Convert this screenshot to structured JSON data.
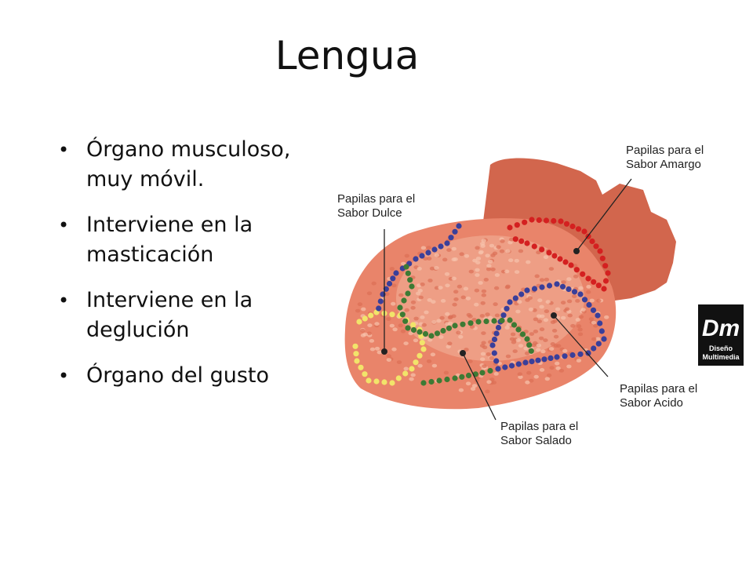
{
  "slide": {
    "title": "Lengua",
    "bullets": [
      {
        "line1": "Órgano musculoso,",
        "line2": "muy móvil."
      },
      {
        "line1": "Interviene en la",
        "line2": "masticación"
      },
      {
        "line1": "Interviene en la",
        "line2": "deglución"
      },
      {
        "line1": "Órgano del gusto",
        "line2": ""
      }
    ]
  },
  "figure": {
    "labels": {
      "amargo": {
        "line1": "Papilas para el",
        "line2": "Sabor Amargo"
      },
      "dulce": {
        "line1": "Papilas para el",
        "line2": "Sabor Dulce"
      },
      "acido": {
        "line1": "Papilas para el",
        "line2": "Sabor Acido"
      },
      "salado": {
        "line1": "Papilas para el",
        "line2": "Sabor Salado"
      }
    },
    "logo": {
      "mark": "Dm",
      "line1": "Diseño",
      "line2": "Multimedia"
    },
    "colors": {
      "tongue_base": "#e9846a",
      "tongue_dark": "#d2664d",
      "tongue_light": "#f3b49a",
      "bitter": "#d42020",
      "sweet": "#f2e46a",
      "sour": "#3a3f9a",
      "salty": "#3d7a34"
    }
  }
}
